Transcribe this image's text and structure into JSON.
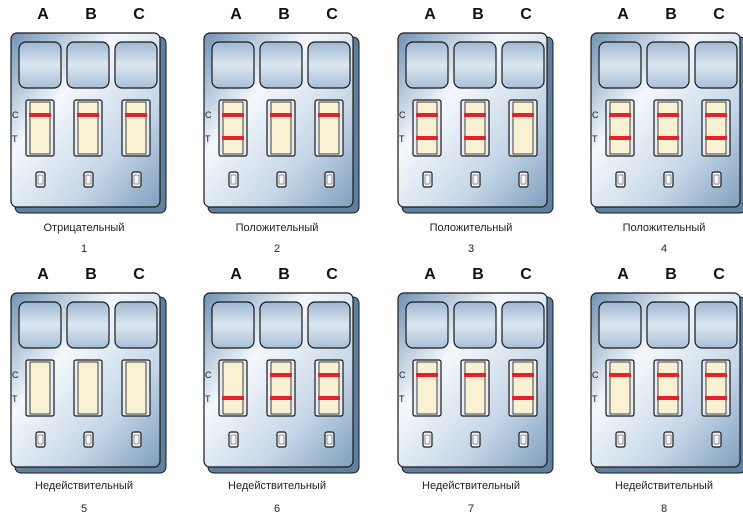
{
  "column_labels": [
    "A",
    "B",
    "C"
  ],
  "line_labels": {
    "control": "C",
    "test": "T"
  },
  "colors": {
    "device_light": "#f4f8fc",
    "device_dark": "#7f9fbe",
    "window_fill": "#b7cbe0",
    "strip_fill": "#f8f1d2",
    "line_red": "#e8202a",
    "outline": "#1a1a1a"
  },
  "panels": [
    {
      "number": "1",
      "caption": "Отрицательный",
      "lines": {
        "A": {
          "C": true,
          "T": false
        },
        "B": {
          "C": true,
          "T": false
        },
        "C": {
          "C": true,
          "T": false
        }
      }
    },
    {
      "number": "2",
      "caption": "Положительный",
      "lines": {
        "A": {
          "C": true,
          "T": true
        },
        "B": {
          "C": true,
          "T": false
        },
        "C": {
          "C": true,
          "T": false
        }
      }
    },
    {
      "number": "3",
      "caption": "Положительный",
      "lines": {
        "A": {
          "C": true,
          "T": true
        },
        "B": {
          "C": true,
          "T": true
        },
        "C": {
          "C": true,
          "T": false
        }
      }
    },
    {
      "number": "4",
      "caption": "Положительный",
      "lines": {
        "A": {
          "C": true,
          "T": true
        },
        "B": {
          "C": true,
          "T": true
        },
        "C": {
          "C": true,
          "T": true
        }
      }
    },
    {
      "number": "5",
      "caption": "Недействительный",
      "lines": {
        "A": {
          "C": false,
          "T": false
        },
        "B": {
          "C": false,
          "T": false
        },
        "C": {
          "C": false,
          "T": false
        }
      }
    },
    {
      "number": "6",
      "caption": "Недействительный",
      "lines": {
        "A": {
          "C": false,
          "T": true
        },
        "B": {
          "C": true,
          "T": true
        },
        "C": {
          "C": true,
          "T": true
        }
      }
    },
    {
      "number": "7",
      "caption": "Недействительный",
      "lines": {
        "A": {
          "C": true,
          "T": false
        },
        "B": {
          "C": true,
          "T": false
        },
        "C": {
          "C": true,
          "T": true
        }
      }
    },
    {
      "number": "8",
      "caption": "Недействительный",
      "lines": {
        "A": {
          "C": true,
          "T": false
        },
        "B": {
          "C": true,
          "T": true
        },
        "C": {
          "C": true,
          "T": true
        }
      }
    }
  ]
}
